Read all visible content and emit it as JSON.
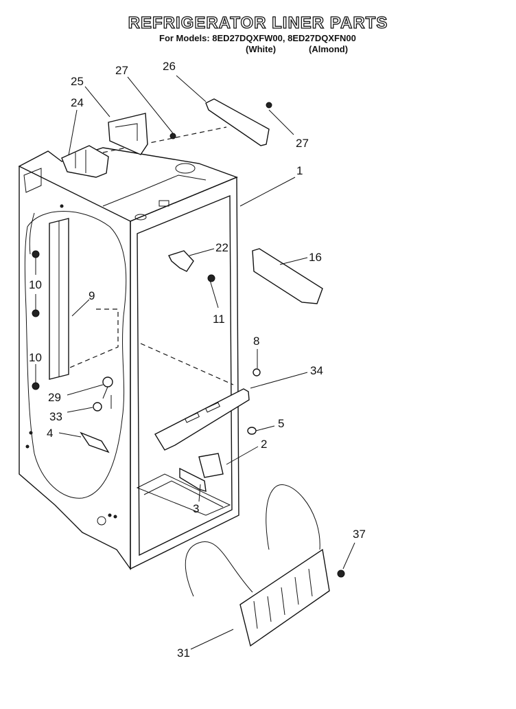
{
  "title": "REFRIGERATOR LINER PARTS",
  "models_line": "For Models: 8ED27DQXFW00, 8ED27DQXFN00",
  "variants": [
    "(White)",
    "(Almond)"
  ],
  "callouts": [
    "1",
    "2",
    "3",
    "4",
    "5",
    "8",
    "9",
    "10",
    "10",
    "11",
    "16",
    "22",
    "24",
    "25",
    "26",
    "27",
    "27",
    "29",
    "31",
    "33",
    "34",
    "37"
  ]
}
